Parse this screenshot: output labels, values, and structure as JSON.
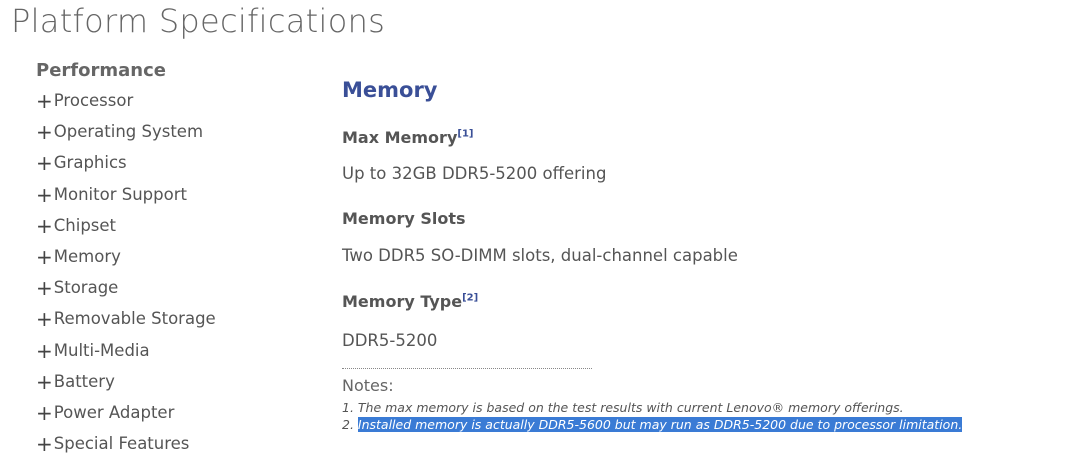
{
  "page_title": "Platform Specifications",
  "section": "Performance",
  "nav_items": [
    "Processor",
    "Operating System",
    "Graphics",
    "Monitor Support",
    "Chipset",
    "Memory",
    "Storage",
    "Removable Storage",
    "Multi-Media",
    "Battery",
    "Power Adapter",
    "Special Features"
  ],
  "plus_icon": "+",
  "memory": {
    "heading": "Memory",
    "max_label": "Max Memory",
    "max_ref": "[1]",
    "max_value": "Up to 32GB DDR5-5200 offering",
    "slots_label": "Memory Slots",
    "slots_value": "Two DDR5 SO-DIMM slots, dual-channel capable",
    "type_label": "Memory Type",
    "type_ref": "[2]",
    "type_value": "DDR5-5200",
    "notes_label": "Notes:",
    "note1": "1. The max memory is based on the test results with current Lenovo® memory offerings.",
    "note2_prefix": "2. ",
    "note2": "Installed memory is actually DDR5-5600 but may run as DDR5-5200 due to processor limitation."
  }
}
